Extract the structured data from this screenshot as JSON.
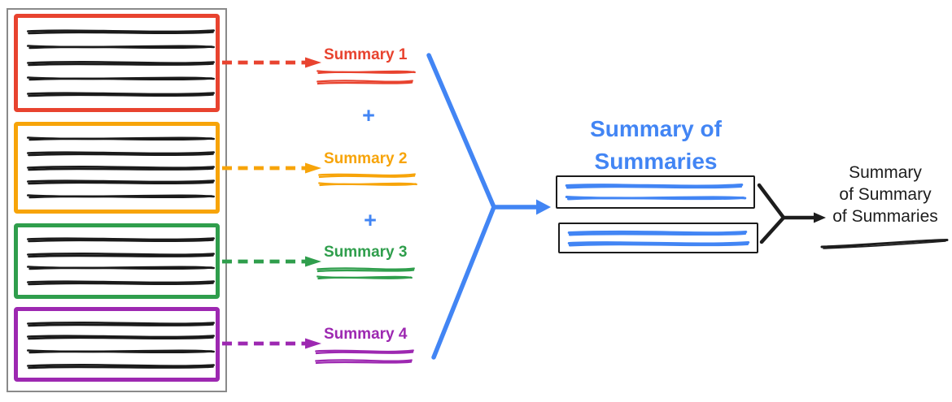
{
  "colors": {
    "red": "#e8432f",
    "orange": "#f7a409",
    "green": "#2f9e4c",
    "purple": "#9d28b1",
    "blue": "#4285f4",
    "ink": "#1d1d1d",
    "frame": "#8a8a8a"
  },
  "source_document": {
    "chunks": [
      {
        "color": "red",
        "text_lines": 5
      },
      {
        "color": "orange",
        "text_lines": 5
      },
      {
        "color": "green",
        "text_lines": 4
      },
      {
        "color": "purple",
        "text_lines": 4
      }
    ]
  },
  "summaries": [
    {
      "label": "Summary 1",
      "color": "red"
    },
    {
      "label": "Summary 2",
      "color": "orange"
    },
    {
      "label": "Summary 3",
      "color": "green"
    },
    {
      "label": "Summary 4",
      "color": "purple"
    }
  ],
  "operators": {
    "plus": "+"
  },
  "summary_of_summaries": {
    "title_line1": "Summary of",
    "title_line2": "Summaries",
    "box_count": 2
  },
  "final_summary": {
    "label_line1": "Summary",
    "label_line2": "of Summary",
    "label_line3": "of Summaries"
  }
}
